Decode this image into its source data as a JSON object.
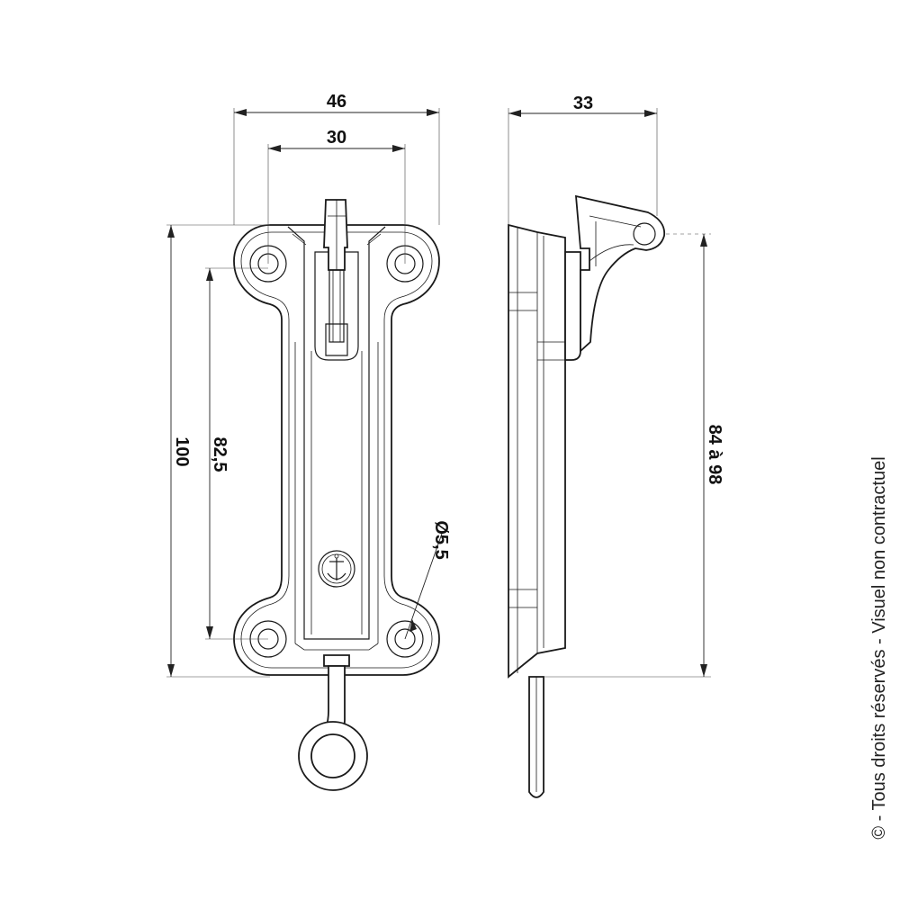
{
  "dimensions": {
    "width_total": "46",
    "width_holes": "30",
    "height_total": "100",
    "height_holes": "82,5",
    "hole_diameter": "Ø5,5",
    "depth": "33",
    "adjust_range": "84 à 98"
  },
  "copyright": "© - Tous droits réservés - Visuel non contractuel",
  "colors": {
    "line": "#1a1a1a",
    "background": "#ffffff"
  }
}
